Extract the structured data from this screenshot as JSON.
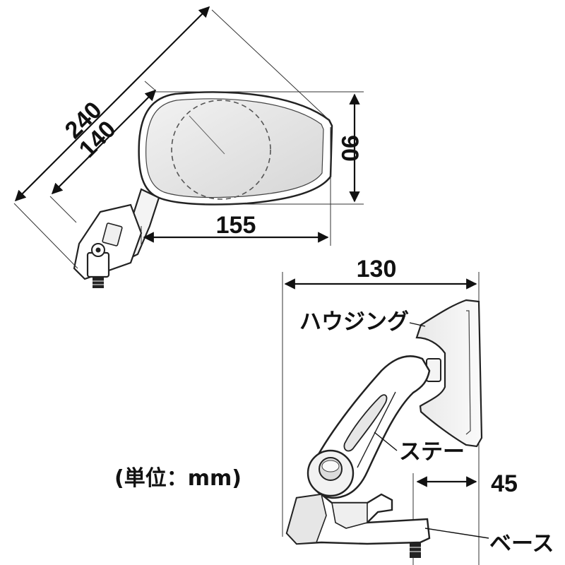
{
  "dimensions": {
    "overall_length": "240",
    "mirror_length": "140",
    "mirror_height": "90",
    "reach": "155",
    "side_width": "130",
    "offset": "45"
  },
  "labels": {
    "housing": "ハウジング",
    "stay": "ステー",
    "base": "ベース",
    "unit": "(単位：mm)"
  }
}
